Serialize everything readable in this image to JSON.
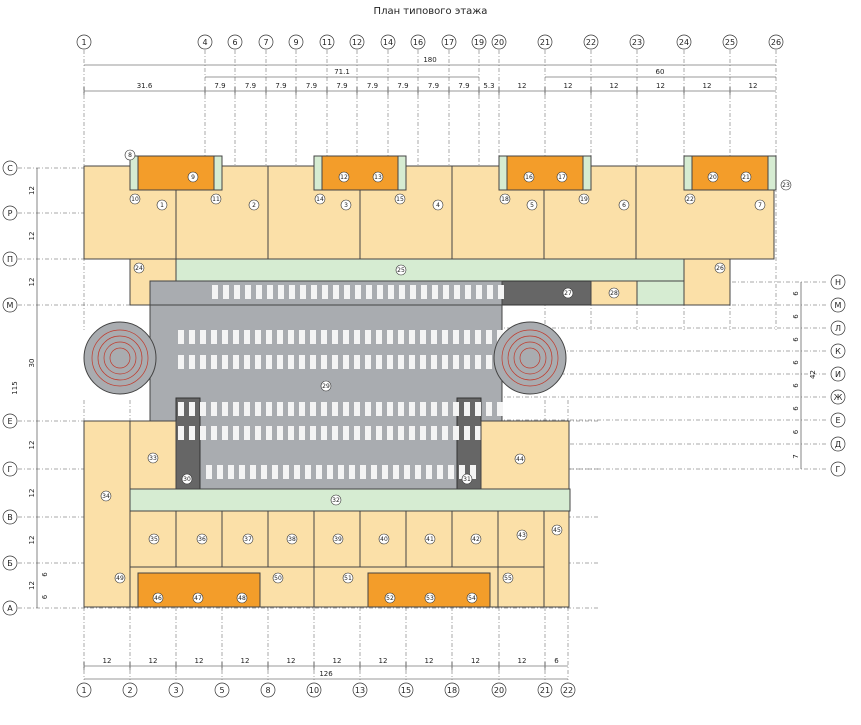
{
  "title": "План типового этажа",
  "axes_top": [
    "1",
    "4",
    "6",
    "7",
    "9",
    "11",
    "12",
    "14",
    "16",
    "17",
    "19",
    "20",
    "21",
    "22",
    "23",
    "24",
    "25",
    "26"
  ],
  "axes_bottom": [
    "1",
    "2",
    "3",
    "5",
    "8",
    "10",
    "13",
    "15",
    "18",
    "20",
    "21",
    "22"
  ],
  "axes_left": [
    "С",
    "Р",
    "П",
    "М",
    "Е",
    "Г",
    "В",
    "Б",
    "А"
  ],
  "axes_right": [
    "Н",
    "М",
    "Л",
    "К",
    "И",
    "Ж",
    "Е",
    "Д",
    "Г"
  ],
  "dims_top_overall": "180",
  "dims_top_sub": [
    "71.1",
    "60"
  ],
  "dims_top_row": [
    "31.6",
    "7.9",
    "7.9",
    "7.9",
    "7.9",
    "7.9",
    "7.9",
    "7.9",
    "7.9",
    "7.9",
    "5.3",
    "12",
    "12",
    "12",
    "12",
    "12",
    "12"
  ],
  "dims_bottom_row": [
    "12",
    "12",
    "12",
    "12",
    "12",
    "12",
    "12",
    "12",
    "12",
    "12",
    "6"
  ],
  "dims_bottom_overall": "126",
  "dims_left": [
    "12",
    "12",
    "12",
    "30",
    "115",
    "12",
    "12",
    "12",
    "12",
    "6",
    "6"
  ],
  "dims_right": [
    "6",
    "6",
    "6",
    "6",
    "6",
    "6",
    "6",
    "7",
    "42"
  ],
  "rooms": [
    "1",
    "2",
    "3",
    "4",
    "5",
    "6",
    "7",
    "8",
    "9",
    "10",
    "11",
    "12",
    "13",
    "14",
    "15",
    "16",
    "17",
    "18",
    "19",
    "20",
    "21",
    "22",
    "23",
    "24",
    "25",
    "26",
    "27",
    "28",
    "29",
    "30",
    "31",
    "32",
    "33",
    "34",
    "35",
    "36",
    "37",
    "38",
    "39",
    "40",
    "41",
    "42",
    "43",
    "44",
    "45",
    "46",
    "47",
    "48",
    "49",
    "50",
    "51",
    "52",
    "53",
    "54",
    "55"
  ]
}
